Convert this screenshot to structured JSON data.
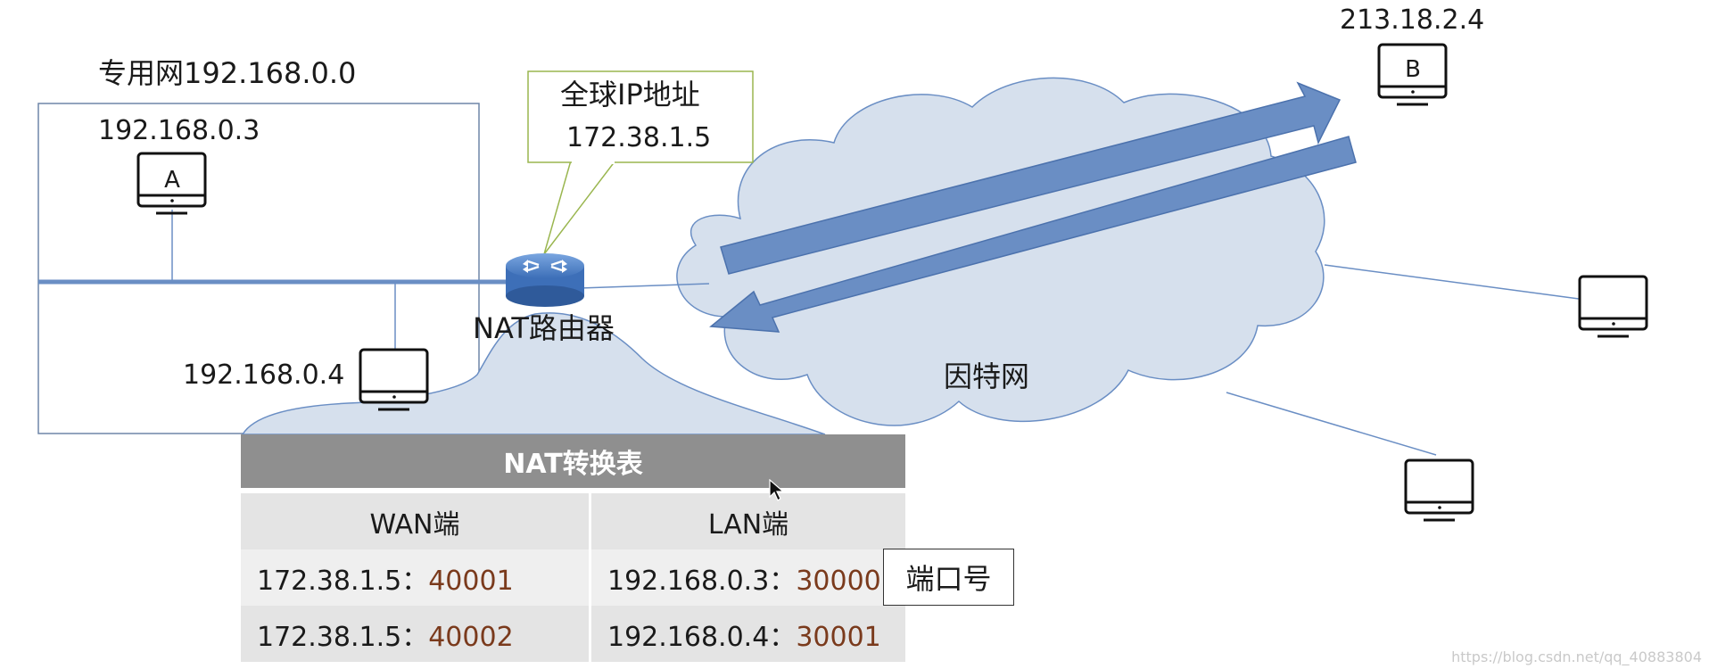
{
  "private_network": {
    "label": "专用网192.168.0.0"
  },
  "hosts": {
    "a": {
      "ip": "192.168.0.3",
      "letter": "A"
    },
    "a2": {
      "ip": "192.168.0.4"
    },
    "b": {
      "ip": "213.18.2.4",
      "letter": "B"
    }
  },
  "router": {
    "label": "NAT路由器"
  },
  "callout": {
    "line1": "全球IP地址",
    "line2": "172.38.1.5"
  },
  "internet": {
    "label": "因特网"
  },
  "nat_table": {
    "title": "NAT转换表",
    "headers": [
      "WAN端",
      "LAN端"
    ],
    "rows": [
      {
        "wan_ip": "172.38.1.5：",
        "wan_port": "40001",
        "lan_ip": "192.168.0.3：",
        "lan_port": "30000"
      },
      {
        "wan_ip": "172.38.1.5：",
        "wan_port": "40002",
        "lan_ip": "192.168.0.4：",
        "lan_port": "30001"
      }
    ]
  },
  "port_label": "端口号",
  "watermark": "https://blog.csdn.net/qq_40883804",
  "colors": {
    "arrow": "#6a8ec4",
    "cloud": "#d6e0ed",
    "table_title": "#8f8f8f",
    "port_number": "#7a3a1c"
  }
}
